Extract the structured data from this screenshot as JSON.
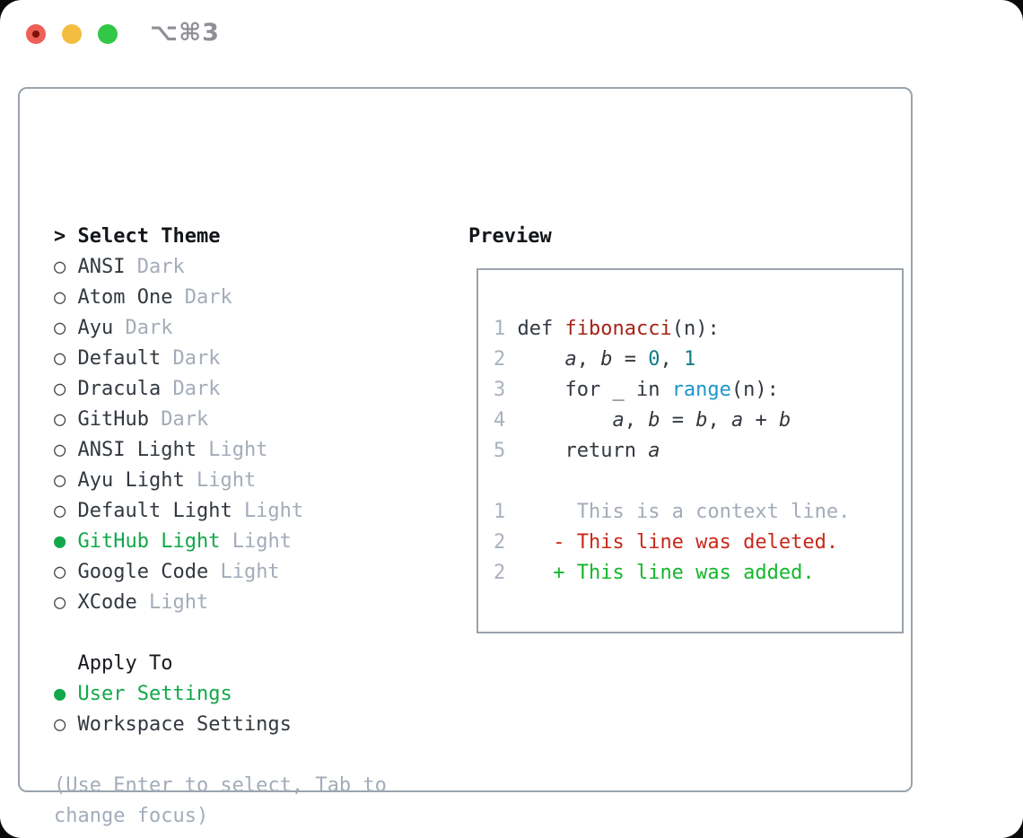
{
  "window": {
    "title": "⌥⌘3",
    "traffic_lights": [
      {
        "name": "close",
        "color": "#ee5f55"
      },
      {
        "name": "minimize",
        "color": "#f5bd40"
      },
      {
        "name": "zoom",
        "color": "#33c748"
      }
    ]
  },
  "theme_picker": {
    "header": {
      "cursor": ">",
      "label": "Select Theme"
    },
    "unselected_marker": "○",
    "selected_marker": "●",
    "items": [
      {
        "name": "ANSI",
        "suffix": "Dark",
        "selected": false
      },
      {
        "name": "Atom One",
        "suffix": "Dark",
        "selected": false
      },
      {
        "name": "Ayu",
        "suffix": "Dark",
        "selected": false
      },
      {
        "name": "Default",
        "suffix": "Dark",
        "selected": false
      },
      {
        "name": "Dracula",
        "suffix": "Dark",
        "selected": false
      },
      {
        "name": "GitHub",
        "suffix": "Dark",
        "selected": false
      },
      {
        "name": "ANSI Light",
        "suffix": "Light",
        "selected": false
      },
      {
        "name": "Ayu Light",
        "suffix": "Light",
        "selected": false
      },
      {
        "name": "Default Light",
        "suffix": "Light",
        "selected": false
      },
      {
        "name": "GitHub Light",
        "suffix": "Light",
        "selected": true
      },
      {
        "name": "Google Code",
        "suffix": "Light",
        "selected": false
      },
      {
        "name": "XCode",
        "suffix": "Light",
        "selected": false
      }
    ],
    "apply_to": {
      "label": "Apply To",
      "options": [
        {
          "name": "User Settings",
          "selected": true
        },
        {
          "name": "Workspace Settings",
          "selected": false
        }
      ]
    },
    "hint_lines": [
      "(Use Enter to select, Tab to",
      "change focus)"
    ]
  },
  "preview": {
    "label": "Preview",
    "code_lines": [
      {
        "num": "1",
        "segments": [
          {
            "t": "def ",
            "c": "code"
          },
          {
            "t": "fibonacci",
            "c": "fn"
          },
          {
            "t": "(n):",
            "c": "code"
          }
        ]
      },
      {
        "num": "2",
        "segments": [
          {
            "t": "    ",
            "c": "code"
          },
          {
            "t": "a",
            "c": "var"
          },
          {
            "t": ", ",
            "c": "code"
          },
          {
            "t": "b",
            "c": "var"
          },
          {
            "t": " = ",
            "c": "code"
          },
          {
            "t": "0",
            "c": "numlit"
          },
          {
            "t": ", ",
            "c": "code"
          },
          {
            "t": "1",
            "c": "numlit"
          }
        ]
      },
      {
        "num": "3",
        "segments": [
          {
            "t": "    for _ in ",
            "c": "code"
          },
          {
            "t": "range",
            "c": "builtin"
          },
          {
            "t": "(n):",
            "c": "code"
          }
        ]
      },
      {
        "num": "4",
        "segments": [
          {
            "t": "        ",
            "c": "code"
          },
          {
            "t": "a",
            "c": "var"
          },
          {
            "t": ", ",
            "c": "code"
          },
          {
            "t": "b",
            "c": "var"
          },
          {
            "t": " = ",
            "c": "code"
          },
          {
            "t": "b",
            "c": "var"
          },
          {
            "t": ", ",
            "c": "code"
          },
          {
            "t": "a",
            "c": "var"
          },
          {
            "t": " + ",
            "c": "code"
          },
          {
            "t": "b",
            "c": "var"
          }
        ]
      },
      {
        "num": "5",
        "segments": [
          {
            "t": "    return ",
            "c": "code"
          },
          {
            "t": "a",
            "c": "var"
          }
        ]
      },
      {
        "num": "",
        "segments": []
      },
      {
        "num": "1",
        "segments": [
          {
            "t": "     This is a context line.",
            "c": "context"
          }
        ]
      },
      {
        "num": "2",
        "segments": [
          {
            "t": "   - This line was deleted.",
            "c": "deleted"
          }
        ]
      },
      {
        "num": "2",
        "segments": [
          {
            "t": "   + This line was added.",
            "c": "added"
          }
        ]
      }
    ]
  },
  "colors": {
    "selected_green": "#12a84a",
    "added_green": "#14b72b",
    "deleted_red": "#c9281a",
    "function_red": "#a62317",
    "number_teal": "#0d7d87",
    "builtin_blue": "#1f95cb",
    "muted_gray": "#a3acb9",
    "text_dark": "#32383f",
    "border_gray": "#9aa3ad",
    "traffic_red": "#ee5f55",
    "traffic_yellow": "#f5bd40",
    "traffic_green": "#33c748"
  }
}
